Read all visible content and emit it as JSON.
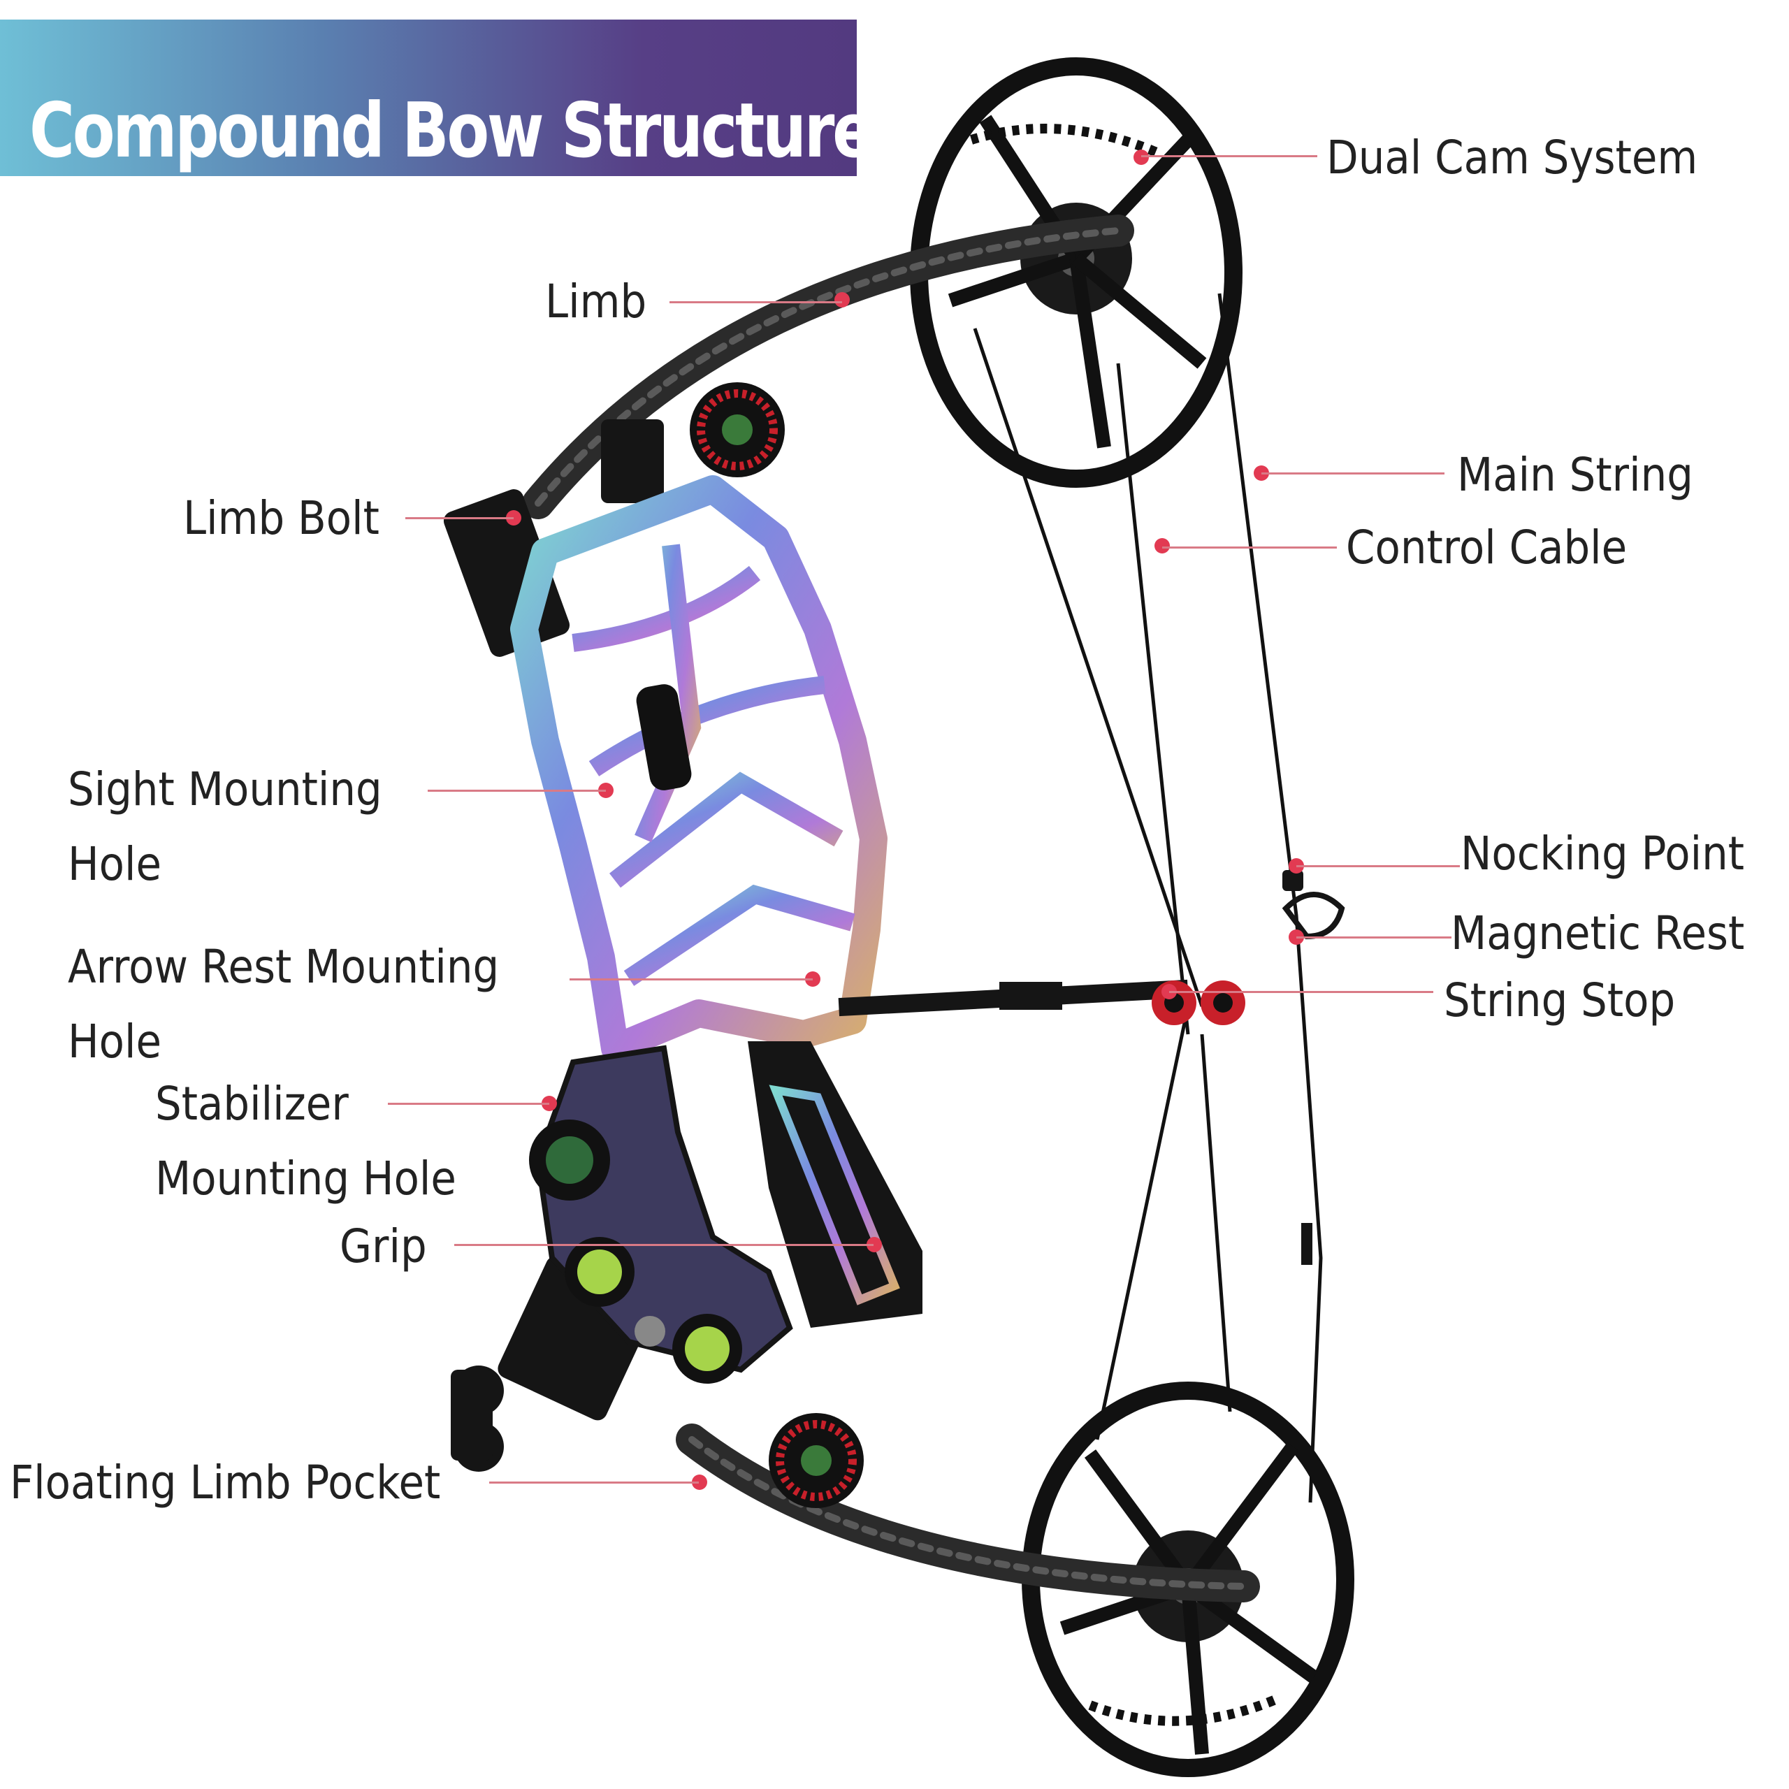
{
  "title": "Compound Bow Structure",
  "labels": {
    "dual_cam_system": "Dual Cam System",
    "limb": "Limb",
    "main_string": "Main String",
    "control_cable": "Control Cable",
    "limb_bolt": "Limb Bolt",
    "sight_mounting_hole": [
      "Sight Mounting",
      "Hole"
    ],
    "nocking_point": "Nocking Point",
    "magnetic_rest": "Magnetic  Rest",
    "string_stop": "String Stop",
    "arrow_rest_mounting_hole": [
      "Arrow Rest Mounting",
      "Hole"
    ],
    "stabilizer_mounting_hole": [
      "Stabilizer",
      "Mounting Hole"
    ],
    "grip": "Grip",
    "floating_limb_pocket": "Floating Limb Pocket"
  },
  "colors": {
    "banner_start": "#6fbfd6",
    "banner_end": "#533a80",
    "leader_line": "#d97a86",
    "marker_dot": "#e23a52",
    "label_text": "#222222"
  }
}
